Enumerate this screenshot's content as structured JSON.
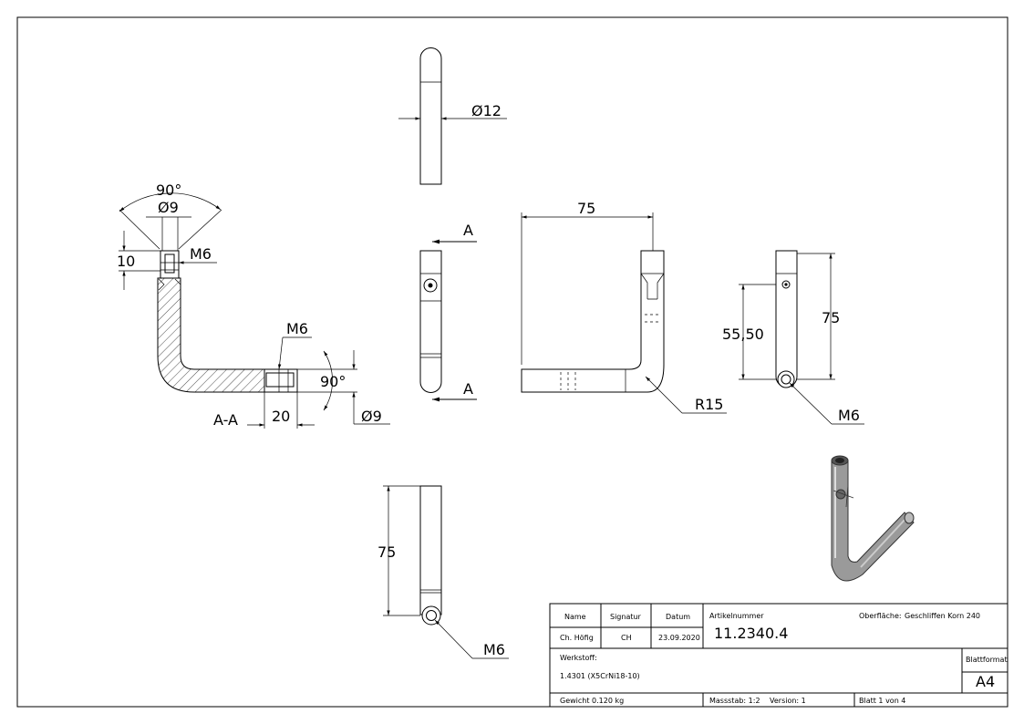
{
  "views": {
    "top": {
      "dia": "Ø12"
    },
    "section": {
      "angle_top": "90°",
      "dia_top": "Ø9",
      "depth": "10",
      "thread_top": "M6",
      "thread_side": "M6",
      "angle_side": "90°",
      "length": "20",
      "dia_side": "Ø9",
      "label": "A-A"
    },
    "front": {
      "cut_top": "A",
      "cut_bottom": "A"
    },
    "side": {
      "width": "75",
      "radius": "R15"
    },
    "right": {
      "height": "75",
      "pos": "55,50",
      "thread": "M6"
    },
    "bottom": {
      "height": "75",
      "thread": "M6"
    }
  },
  "title_block": {
    "name_label": "Name",
    "signatur_label": "Signatur",
    "datum_label": "Datum",
    "artikel_label": "Artikelnummer",
    "oberflaeche_label": "Oberfläche:",
    "oberflaeche_value": "Geschliffen Korn 240",
    "name_value": "Ch. Höfig",
    "signatur_value": "CH",
    "datum_value": "23.09.2020",
    "artikel_value": "11.2340.4",
    "werkstoff_label": "Werkstoff:",
    "werkstoff_value": "1.4301 (X5CrNi18-10)",
    "blattformat_label": "Blattformat",
    "blattformat_value": "A4",
    "gewicht": "Gewicht 0.120 kg",
    "massstab": "Massstab: 1:2",
    "version": "Version: 1",
    "blatt": "Blatt 1 von 4"
  }
}
